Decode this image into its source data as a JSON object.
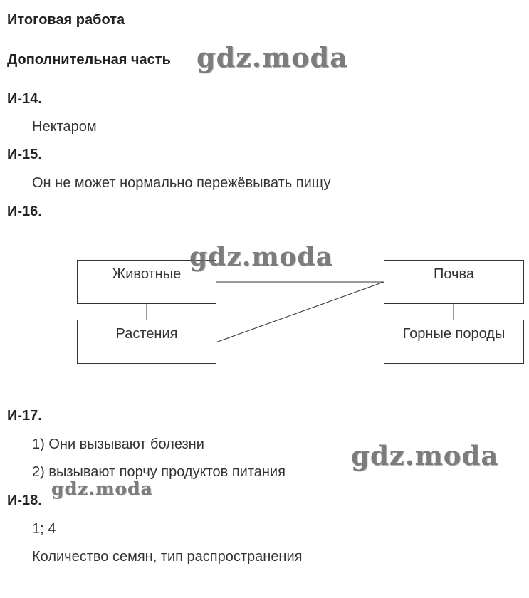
{
  "title": "Итоговая работа",
  "subtitle": "Дополнительная часть",
  "watermark": "gdz.moda",
  "tasks": {
    "i14": {
      "label": "И-14.",
      "answer": "Нектаром"
    },
    "i15": {
      "label": "И-15.",
      "answer": "Он не может нормально пережёвывать пищу"
    },
    "i16": {
      "label": "И-16.",
      "boxes": {
        "animals": "Животные",
        "plants": "Растения",
        "soil": "Почва",
        "rocks": "Горные породы"
      }
    },
    "i17": {
      "label": "И-17.",
      "answers": [
        "1) Они вызывают болезни",
        "2) вызывают порчу продуктов питания"
      ]
    },
    "i18": {
      "label": "И-18.",
      "answers": [
        "1; 4",
        "Количество семян, тип распространения"
      ]
    }
  }
}
